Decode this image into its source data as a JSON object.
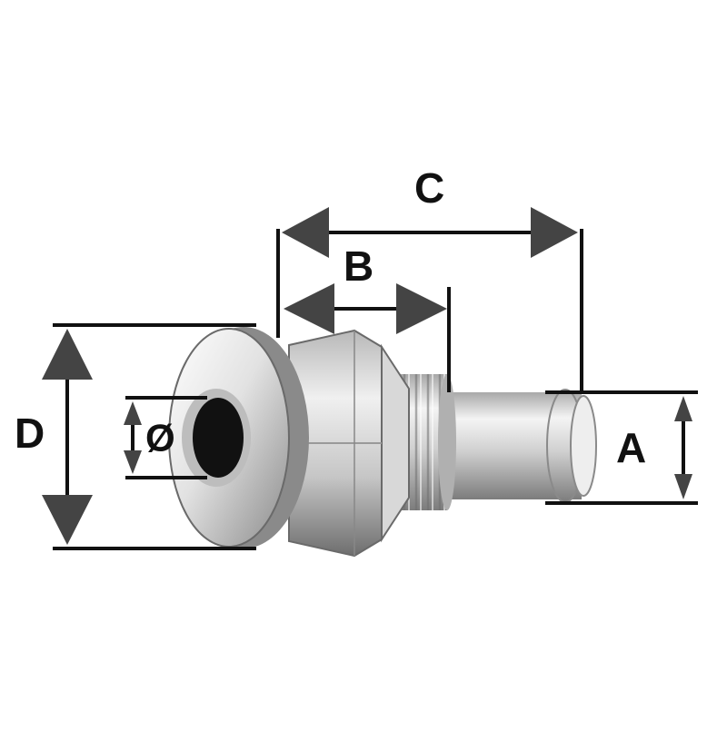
{
  "labels": {
    "a": "A",
    "b": "B",
    "c": "C",
    "d": "D",
    "dia": "Ø"
  },
  "colors": {
    "background": "#ffffff",
    "dimension_lines": "#111111",
    "metal_light": "#f2f2f2",
    "metal_mid": "#c4c4c4",
    "metal_dark": "#6a6a6a",
    "bore": "#111111"
  }
}
